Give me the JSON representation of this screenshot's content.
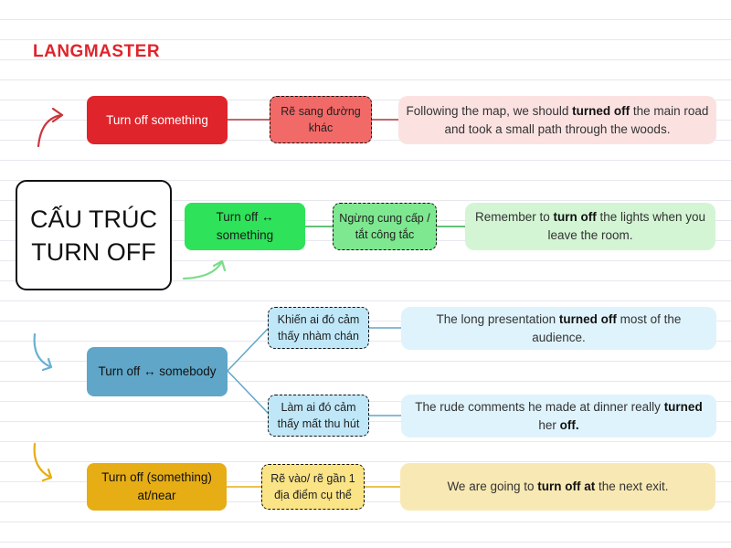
{
  "logo": "LANGMASTER",
  "title": {
    "line1": "CẤU TRÚC",
    "line2": "TURN OFF"
  },
  "rows": [
    {
      "structure": "Turn off something",
      "meaning": [
        "Rẽ sang đường khác"
      ],
      "examples": [
        [
          {
            "t": "Following the map, we should "
          },
          {
            "t": "turned off",
            "b": true
          },
          {
            "t": " the main road and took a small path through the woods."
          }
        ]
      ]
    },
    {
      "structure": "Turn off ↔ something",
      "meaning": [
        "Ngừng cung cấp / tắt công tắc"
      ],
      "examples": [
        [
          {
            "t": "Remember to "
          },
          {
            "t": "turn off",
            "b": true
          },
          {
            "t": " the lights when you leave the room."
          }
        ]
      ]
    },
    {
      "structure": "Turn off ↔ somebody",
      "meaning": [
        "Khiến ai đó cảm thấy nhàm chán",
        "Làm ai đó cảm thấy mất thu hút"
      ],
      "examples": [
        [
          {
            "t": "The long presentation "
          },
          {
            "t": "turned off",
            "b": true
          },
          {
            "t": " most of the audience."
          }
        ],
        [
          {
            "t": "The rude comments he made at dinner really "
          },
          {
            "t": "turned",
            "b": true
          },
          {
            "t": " her "
          },
          {
            "t": "off.",
            "b": true
          }
        ]
      ]
    },
    {
      "structure": "Turn off (something) at/near",
      "meaning": [
        "Rẽ vào/ rẽ gần 1 địa điểm cụ thể"
      ],
      "examples": [
        [
          {
            "t": "We are going to "
          },
          {
            "t": "turn off at",
            "b": true
          },
          {
            "t": " the next exit."
          }
        ]
      ]
    }
  ],
  "colors": {
    "red": "#e0242b",
    "red_light": "#f28b82",
    "red_pale": "#fbe2e1",
    "green": "#2ee25a",
    "green_light": "#7ee890",
    "green_pale": "#d3f5d4",
    "blue": "#5fa6c8",
    "blue_light": "#bfe7f8",
    "blue_pale": "#dff3fc",
    "yellow": "#e6ad15",
    "yellow_light": "#fbe486",
    "yellow_pale": "#f8e9b4"
  }
}
